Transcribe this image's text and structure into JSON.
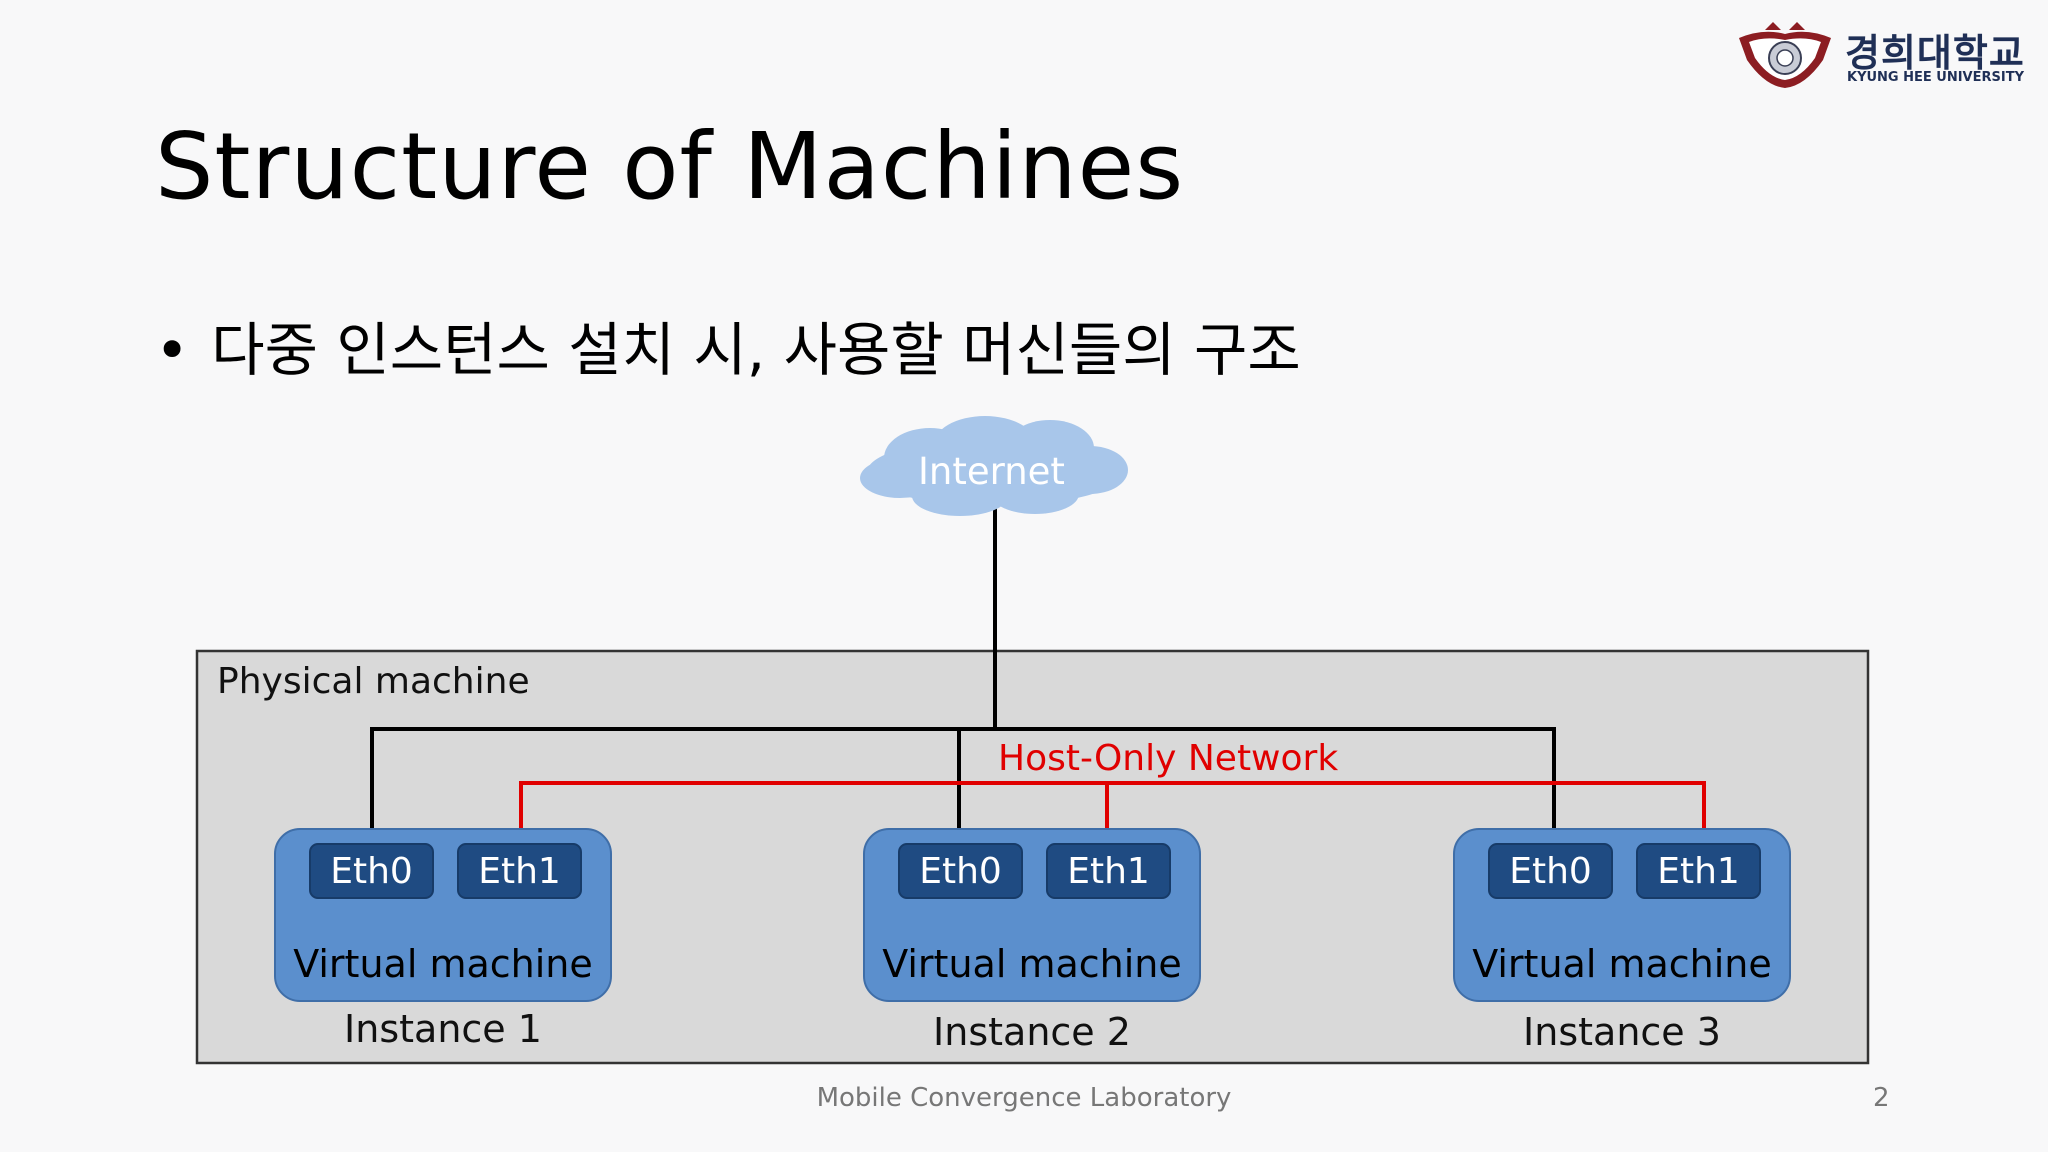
{
  "header": {
    "logo_name_kr": "경희대학교",
    "logo_name_en": "KYUNG HEE UNIVERSITY"
  },
  "title": "Structure of Machines",
  "bullet": "다중 인스턴스 설치 시, 사용할 머신들의 구조",
  "diagram": {
    "internet_label": "Internet",
    "physical_machine_label": "Physical machine",
    "host_only_label": "Host-Only Network",
    "vms": [
      {
        "eth0": "Eth0",
        "eth1": "Eth1",
        "label": "Virtual machine",
        "instance": "Instance 1"
      },
      {
        "eth0": "Eth0",
        "eth1": "Eth1",
        "label": "Virtual machine",
        "instance": "Instance 2"
      },
      {
        "eth0": "Eth0",
        "eth1": "Eth1",
        "label": "Virtual machine",
        "instance": "Instance 3"
      }
    ]
  },
  "footer": {
    "lab": "Mobile Convergence Laboratory",
    "page": "2"
  },
  "colors": {
    "internet_link": "#000000",
    "host_only_link": "#e00000",
    "vm_fill": "#5b8fcd",
    "eth_fill": "#1f4b82",
    "physical_fill": "#d9d9d9",
    "cloud_fill": "#a8c6ea"
  }
}
